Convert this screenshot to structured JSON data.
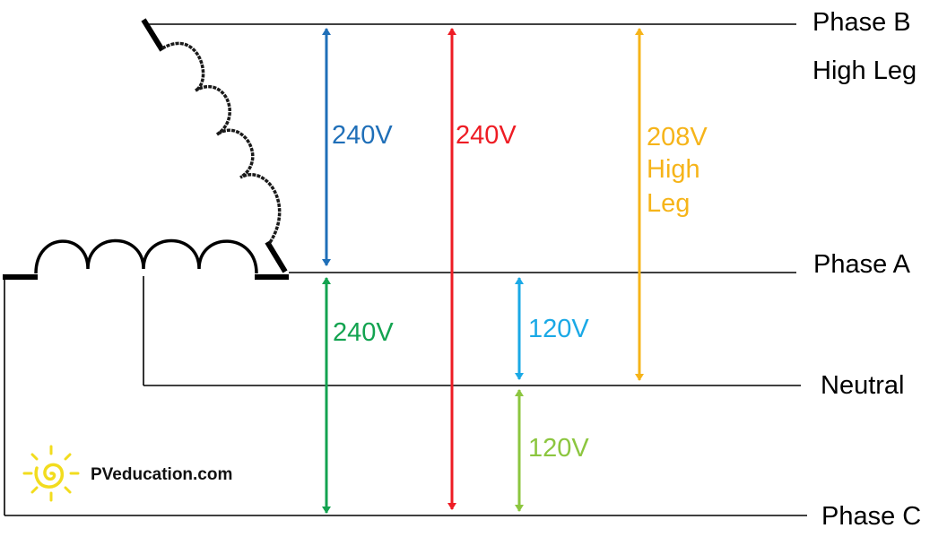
{
  "lines": {
    "phase_b": "Phase B",
    "high_leg": "High Leg",
    "phase_a": "Phase A",
    "neutral": "Neutral",
    "phase_c": "Phase C"
  },
  "voltages": {
    "b_to_a": "240V",
    "b_to_c": "240V",
    "high_leg_value": "208V",
    "high_leg_word1": "High",
    "high_leg_word2": "Leg",
    "a_to_c": "240V",
    "a_to_neutral": "120V",
    "neutral_to_c": "120V"
  },
  "colors": {
    "blue": "#1f6fb8",
    "red": "#ee1c24",
    "orange": "#f6b419",
    "green": "#13a350",
    "light_blue": "#1aa9e6",
    "light_green": "#8cc63f",
    "logo": "#f2dc1e"
  },
  "logo": {
    "text": "PVeducation.com",
    "icon": "sun-spiral-icon"
  }
}
